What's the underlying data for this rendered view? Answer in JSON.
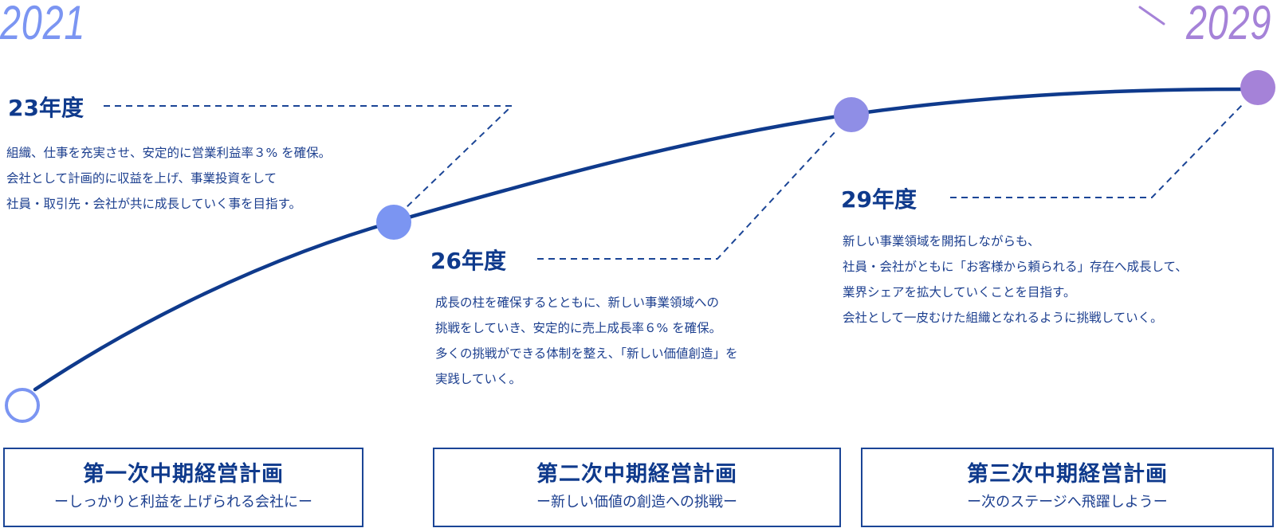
{
  "timeline": {
    "start_year": "2021",
    "end_year": "2029",
    "colors": {
      "start": "#7b95f2",
      "end": "#a582d8",
      "curve": "#0f3a8c",
      "text": "#1c3f8f"
    }
  },
  "milestones": [
    {
      "heading": "23年度",
      "marker_color": "#7b95f2",
      "lines": [
        "組織、仕事を充実させ、安定的に営業利益率３% を確保。",
        "会社として計画的に収益を上げ、事業投資をして",
        "社員・取引先・会社が共に成長していく事を目指す。"
      ]
    },
    {
      "heading": "26年度",
      "marker_color": "#8f8ee6",
      "lines": [
        "成長の柱を確保するとともに、新しい事業領域への",
        "挑戦をしていき、安定的に売上成長率６% を確保。",
        "多くの挑戦ができる体制を整え、「新しい価値創造」を",
        "実践していく。"
      ]
    },
    {
      "heading": "29年度",
      "marker_color": "#a582d8",
      "lines": [
        "新しい事業領域を開拓しながらも、",
        "社員・会社がともに「お客様から頼られる」存在へ成長して、",
        "業界シェアを拡大していくことを目指す。",
        "会社として一皮むけた組織となれるように挑戦していく。"
      ]
    }
  ],
  "plans": [
    {
      "title": "第一次中期経営計画",
      "subtitle": "ーしっかりと利益を上げられる会社にー"
    },
    {
      "title": "第二次中期経営計画",
      "subtitle": "ー新しい価値の創造への挑戦ー"
    },
    {
      "title": "第三次中期経営計画",
      "subtitle": "ー次のステージへ飛躍しようー"
    }
  ]
}
